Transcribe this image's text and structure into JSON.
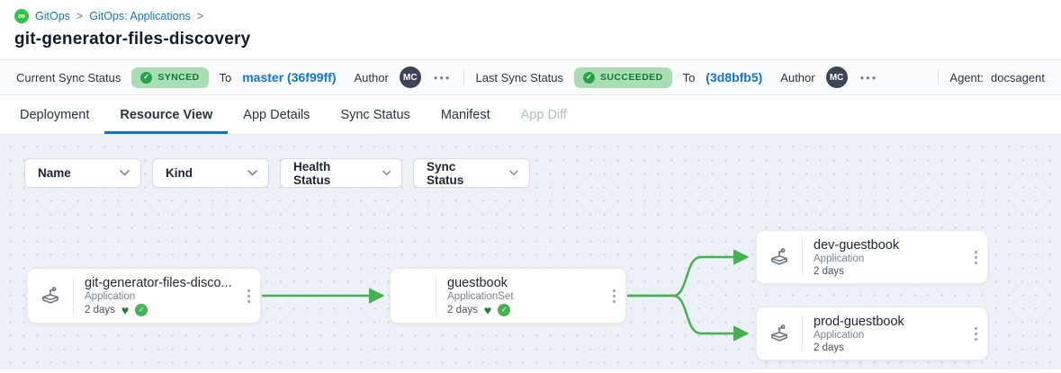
{
  "colors": {
    "accent_blue": "#1374d0",
    "badge_green_bg": "#a9deb5",
    "badge_green_text": "#0f7a34",
    "edge_green": "#44b24d",
    "health_heart_green": "#1c7c33",
    "sync_check_green": "#45b254",
    "avatar_bg": "#3d4457",
    "gitops_icon_green": "#35c24a"
  },
  "icons": {
    "gitops_infinity": "∞",
    "check": "✓",
    "heart": "♥",
    "menu_dots": "•••"
  },
  "breadcrumb": {
    "items": [
      {
        "label": "GitOps"
      },
      {
        "label": "GitOps: Applications"
      }
    ],
    "separator": ">"
  },
  "page_title": "git-generator-files-discovery",
  "status_bar": {
    "current_sync": {
      "label": "Current Sync Status",
      "badge": "SYNCED",
      "to": "To",
      "revision": "master (36f99ff)",
      "author_label": "Author",
      "author": "MC"
    },
    "last_sync": {
      "label": "Last Sync Status",
      "badge": "SUCCEEDED",
      "to": "To",
      "revision": "(3d8bfb5)",
      "author_label": "Author",
      "author": "MC"
    },
    "agent_label": "Agent:",
    "agent_value": "docsagent"
  },
  "tabs": [
    {
      "label": "Deployment",
      "state": "normal"
    },
    {
      "label": "Resource View",
      "state": "active"
    },
    {
      "label": "App Details",
      "state": "normal"
    },
    {
      "label": "Sync Status",
      "state": "normal"
    },
    {
      "label": "Manifest",
      "state": "normal"
    },
    {
      "label": "App Diff",
      "state": "disabled"
    }
  ],
  "filters": [
    {
      "label": "Name"
    },
    {
      "label": "Kind"
    },
    {
      "label": "Health Status"
    },
    {
      "label": "Sync Status"
    }
  ],
  "graph": {
    "nodes": [
      {
        "title": "git-generator-files-disco...",
        "kind": "Application",
        "age": "2 days",
        "healthy": true,
        "synced": true
      },
      {
        "title": "guestbook",
        "kind": "ApplicationSet",
        "age": "2 days",
        "healthy": true,
        "synced": true
      },
      {
        "title": "dev-guestbook",
        "kind": "Application",
        "age": "2 days",
        "healthy": false,
        "synced": false
      },
      {
        "title": "prod-guestbook",
        "kind": "Application",
        "age": "2 days",
        "healthy": false,
        "synced": false
      }
    ],
    "edges": [
      {
        "from": "git-generator-files-disco...",
        "to": "guestbook"
      },
      {
        "from": "guestbook",
        "to": "dev-guestbook"
      },
      {
        "from": "guestbook",
        "to": "prod-guestbook"
      }
    ]
  }
}
